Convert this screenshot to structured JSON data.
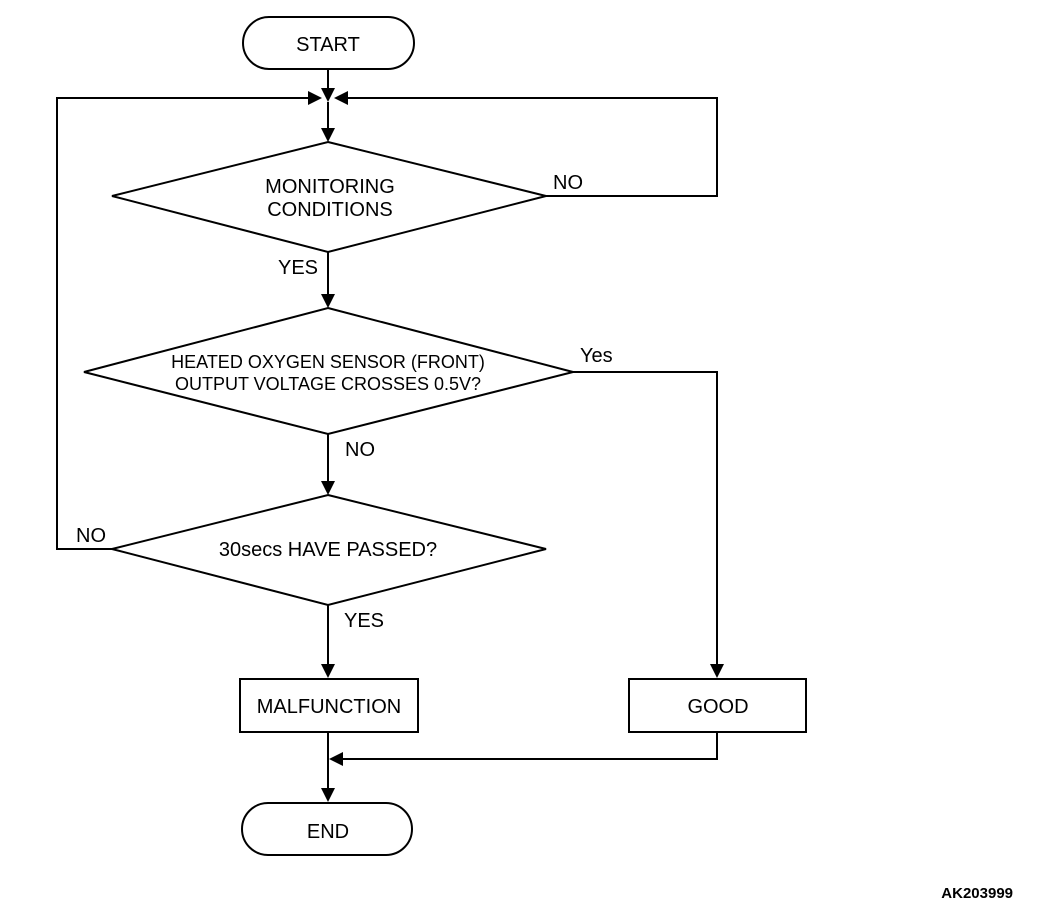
{
  "flowchart": {
    "start": "START",
    "end": "END",
    "decision_monitoring": [
      "MONITORING",
      "CONDITIONS"
    ],
    "decision_sensor": [
      "HEATED OXYGEN SENSOR (FRONT)",
      "OUTPUT VOLTAGE CROSSES 0.5V?"
    ],
    "decision_time": "30secs HAVE PASSED?",
    "malfunction": "MALFUNCTION",
    "good": "GOOD",
    "labels": {
      "monitoring_no": "NO",
      "monitoring_yes": "YES",
      "sensor_yes": "Yes",
      "sensor_no": "NO",
      "time_no": "NO",
      "time_yes": "YES"
    }
  },
  "figure_id": "AK203999"
}
